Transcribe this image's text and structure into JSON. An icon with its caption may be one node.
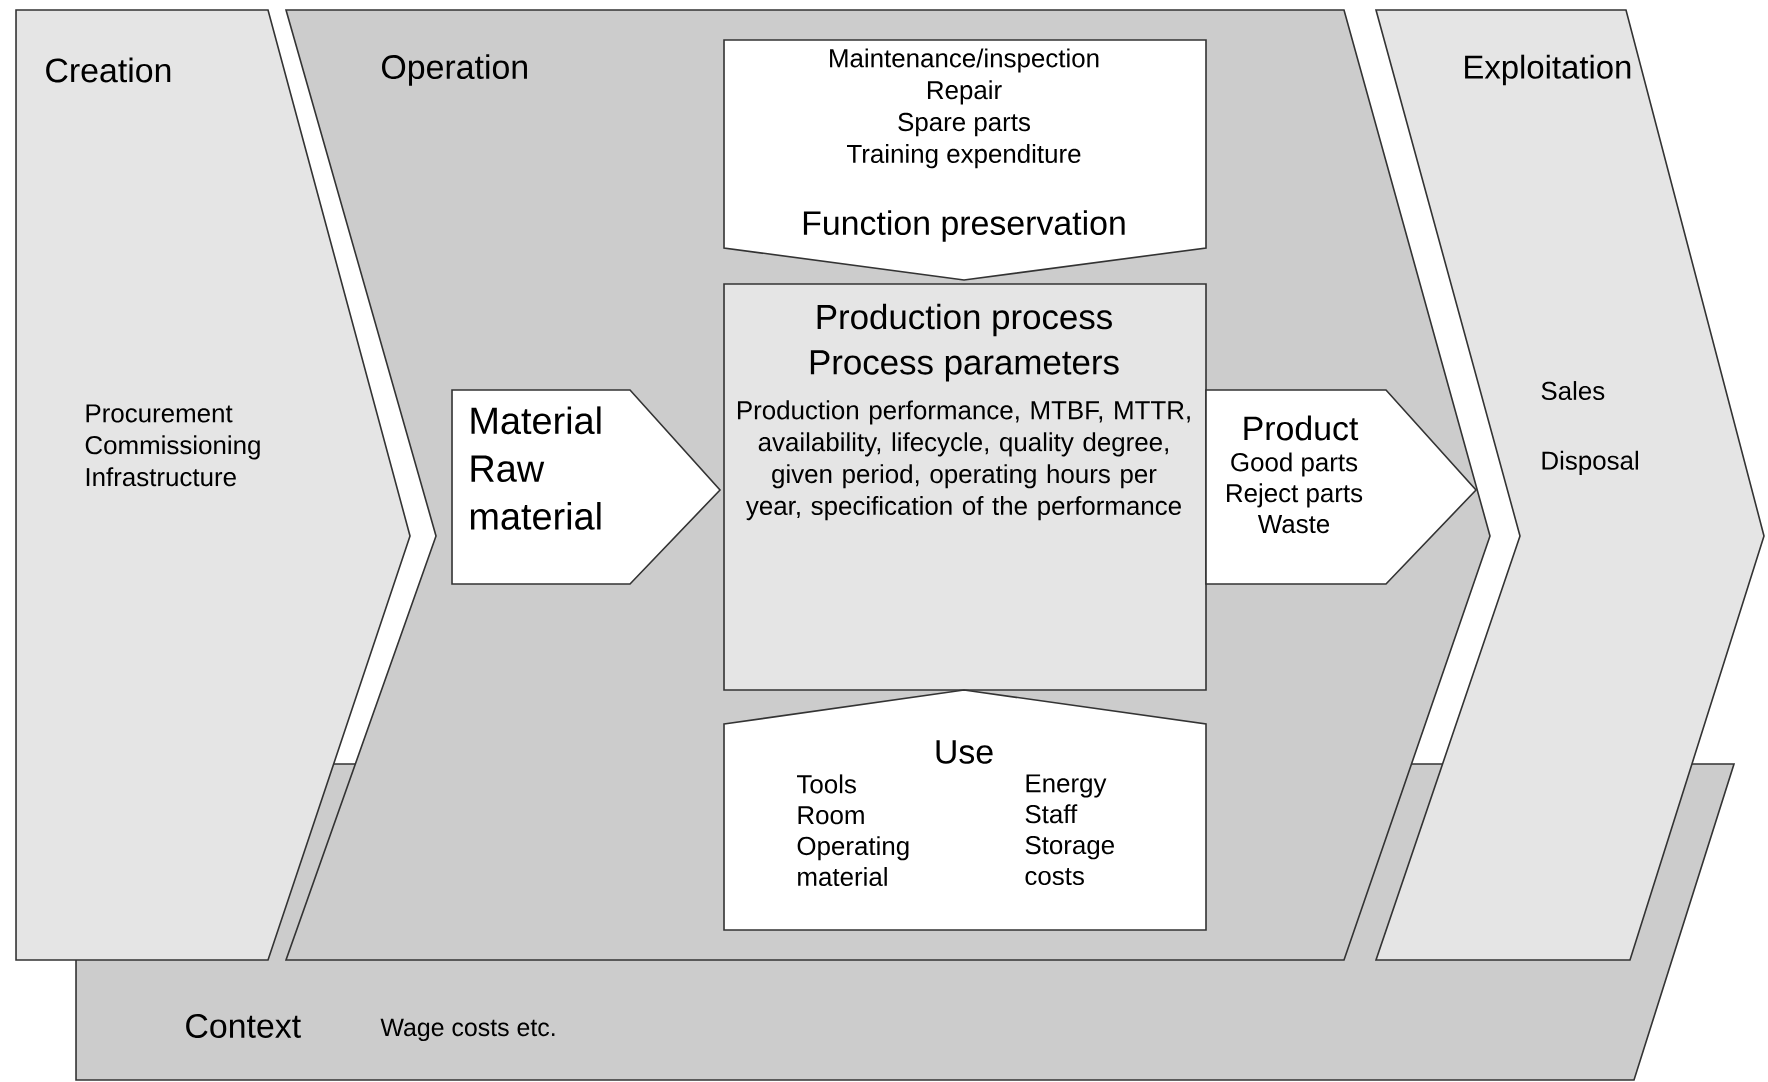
{
  "diagram": {
    "nodes": [
      {
        "text": [
          "Creation",
          "Procurement",
          "Commissioning",
          "Infrastructure"
        ]
      },
      {
        "text": [
          "Operation"
        ]
      },
      {
        "text": [
          "Maintenance/inspection",
          "Repair",
          "Spare parts",
          "Training expenditure",
          "Function preservation"
        ],
        "in": 1
      },
      {
        "text": [
          "Material",
          "Raw material"
        ],
        "in": 1
      },
      {
        "text": [
          "Production process",
          "Process parameters",
          "Production performance, MTBF, MTTR, availability, lifecycle, quality degree, given period, operating hours per year, specification of the performance"
        ],
        "in": 1
      },
      {
        "text": [
          "Product",
          "Good parts",
          "Reject parts",
          "Waste"
        ],
        "in": 1
      },
      {
        "text": [
          "Use",
          "Tools",
          "Room",
          "Operating material",
          "Energy",
          "Staff",
          "Storage costs"
        ],
        "in": 1
      },
      {
        "text": [
          "Exploitation",
          "Sales",
          "Disposal"
        ]
      },
      {
        "text": [
          "Context",
          "Wage costs etc."
        ]
      }
    ]
  }
}
